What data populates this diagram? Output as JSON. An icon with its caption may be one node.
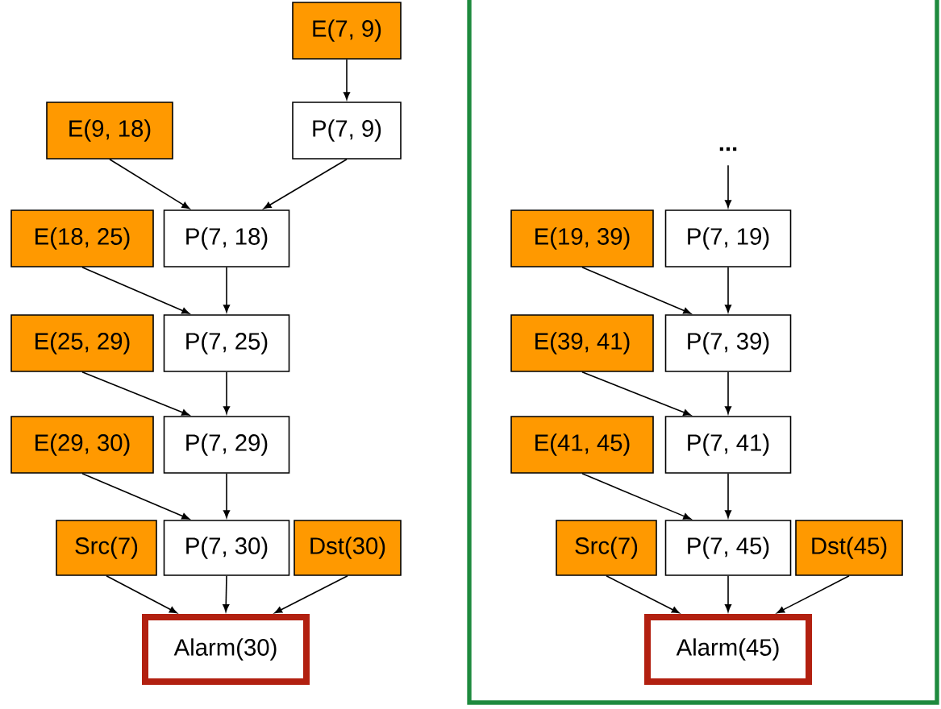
{
  "diagram": {
    "nodes": [
      {
        "text": [
          "E(7, 9)"
        ]
      },
      {
        "text": [
          "E(9, 18)"
        ]
      },
      {
        "text": [
          "P(7, 9)"
        ]
      },
      {
        "text": [
          "E(18, 25)"
        ]
      },
      {
        "text": [
          "P(7, 18)"
        ]
      },
      {
        "text": [
          "E(25, 29)"
        ]
      },
      {
        "text": [
          "P(7, 25)"
        ]
      },
      {
        "text": [
          "E(29, 30)"
        ]
      },
      {
        "text": [
          "P(7, 29)"
        ]
      },
      {
        "text": [
          "Src(7)"
        ]
      },
      {
        "text": [
          "P(7, 30)"
        ]
      },
      {
        "text": [
          "Dst(30)"
        ]
      },
      {
        "text": [
          "Alarm(30)"
        ]
      },
      {
        "text": [],
        "shape": "box"
      },
      {
        "text": [
          "..."
        ],
        "in": 13
      },
      {
        "text": [
          "E(19, 39)"
        ],
        "in": 13
      },
      {
        "text": [
          "P(7, 19)"
        ],
        "in": 13
      },
      {
        "text": [
          "E(39, 41)"
        ],
        "in": 13
      },
      {
        "text": [
          "P(7, 39)"
        ],
        "in": 13
      },
      {
        "text": [
          "E(41, 45)"
        ],
        "in": 13
      },
      {
        "text": [
          "P(7, 41)"
        ],
        "in": 13
      },
      {
        "text": [
          "Src(7)"
        ],
        "in": 13
      },
      {
        "text": [
          "P(7, 45)"
        ],
        "in": 13
      },
      {
        "text": [
          "Dst(45)"
        ],
        "in": 13
      },
      {
        "text": [
          "Alarm(45)"
        ],
        "in": 13
      }
    ],
    "edges": [
      {
        "from": 0,
        "to": 2,
        "arrow": "to"
      },
      {
        "from": 1,
        "to": 4,
        "arrow": "to"
      },
      {
        "from": 2,
        "to": 4,
        "arrow": "to"
      },
      {
        "from": 3,
        "to": 6,
        "arrow": "to"
      },
      {
        "from": 4,
        "to": 6,
        "arrow": "to"
      },
      {
        "from": 5,
        "to": 8,
        "arrow": "to"
      },
      {
        "from": 6,
        "to": 8,
        "arrow": "to"
      },
      {
        "from": 7,
        "to": 10,
        "arrow": "to"
      },
      {
        "from": 8,
        "to": 10,
        "arrow": "to"
      },
      {
        "from": 9,
        "to": 12,
        "arrow": "to"
      },
      {
        "from": 10,
        "to": 12,
        "arrow": "to"
      },
      {
        "from": 11,
        "to": 12,
        "arrow": "to"
      },
      {
        "from": 14,
        "to": 16,
        "arrow": "to"
      },
      {
        "from": 15,
        "to": 18,
        "arrow": "to"
      },
      {
        "from": 16,
        "to": 18,
        "arrow": "to"
      },
      {
        "from": 17,
        "to": 20,
        "arrow": "to"
      },
      {
        "from": 18,
        "to": 20,
        "arrow": "to"
      },
      {
        "from": 19,
        "to": 22,
        "arrow": "to"
      },
      {
        "from": 20,
        "to": 22,
        "arrow": "to"
      },
      {
        "from": 21,
        "to": 24,
        "arrow": "to"
      },
      {
        "from": 22,
        "to": 24,
        "arrow": "to"
      },
      {
        "from": 23,
        "to": 24,
        "arrow": "to"
      }
    ]
  }
}
